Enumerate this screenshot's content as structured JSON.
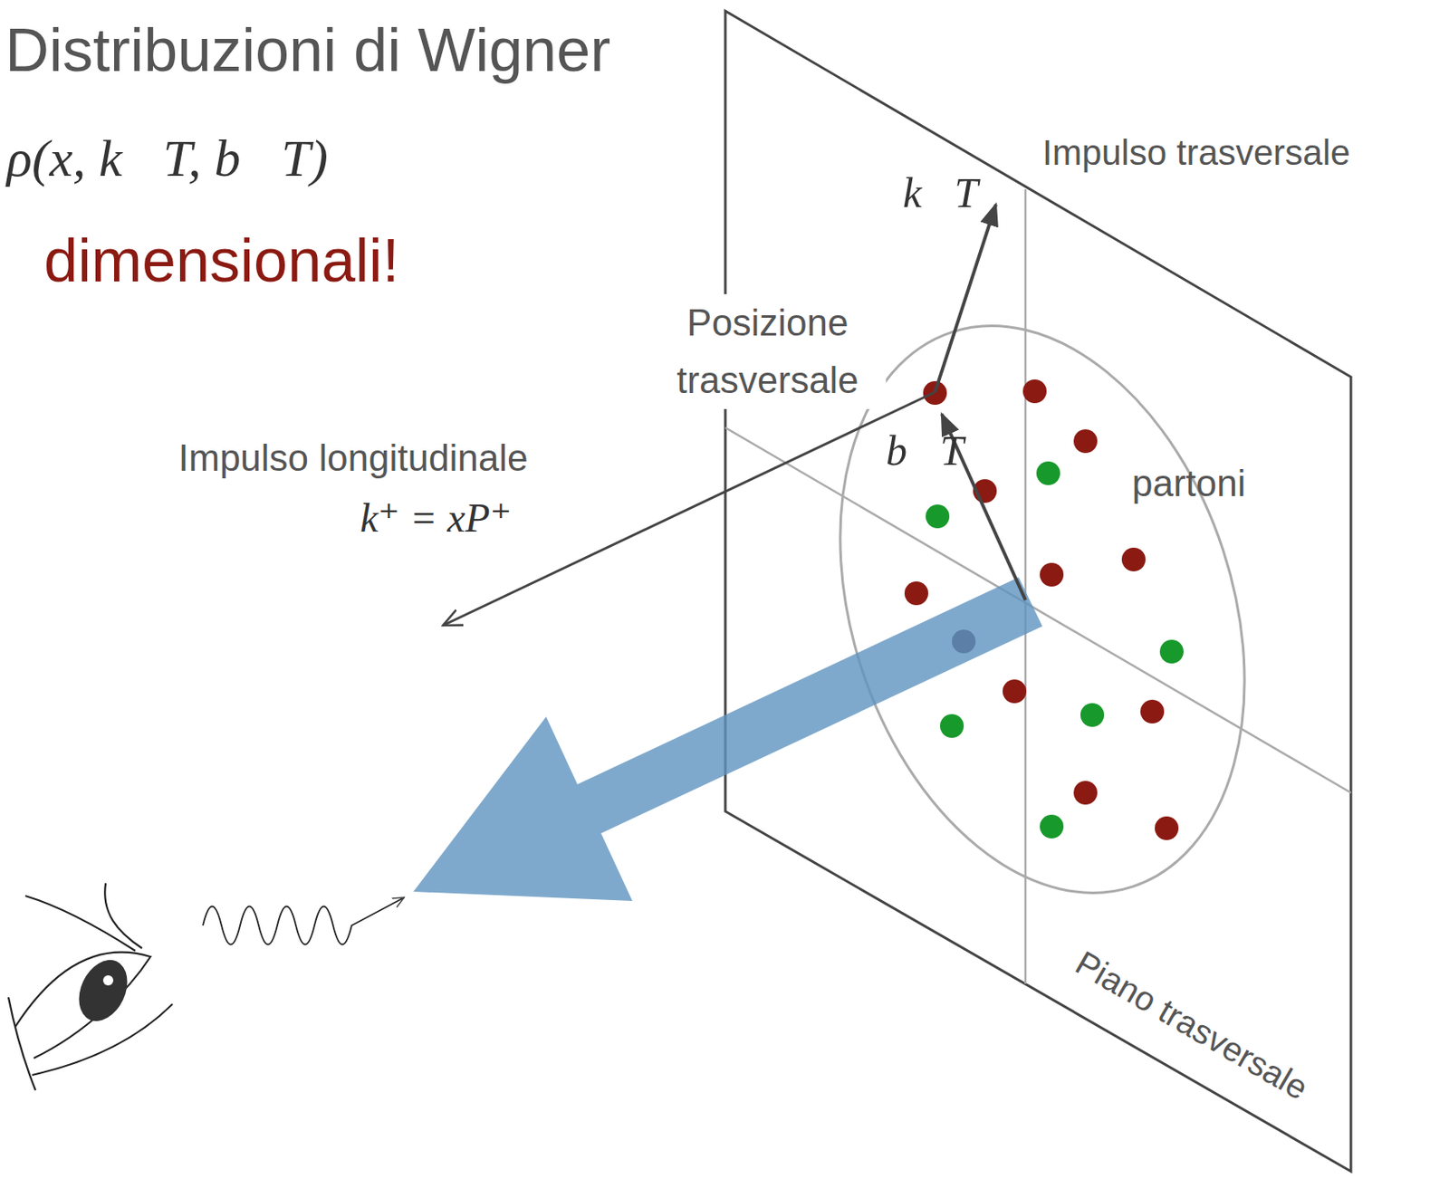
{
  "diagram": {
    "title": "Distribuzioni di Wigner",
    "labels": [
      "ρ(x, k⃗T, b⃗T)",
      "dimensionali!",
      "Impulso trasversale",
      "k⃗T",
      "Posizione trasversale",
      "b⃗T",
      "Impulso longitudinale",
      "k⁺ = xP⁺",
      "partoni",
      "Piano trasversale"
    ]
  }
}
